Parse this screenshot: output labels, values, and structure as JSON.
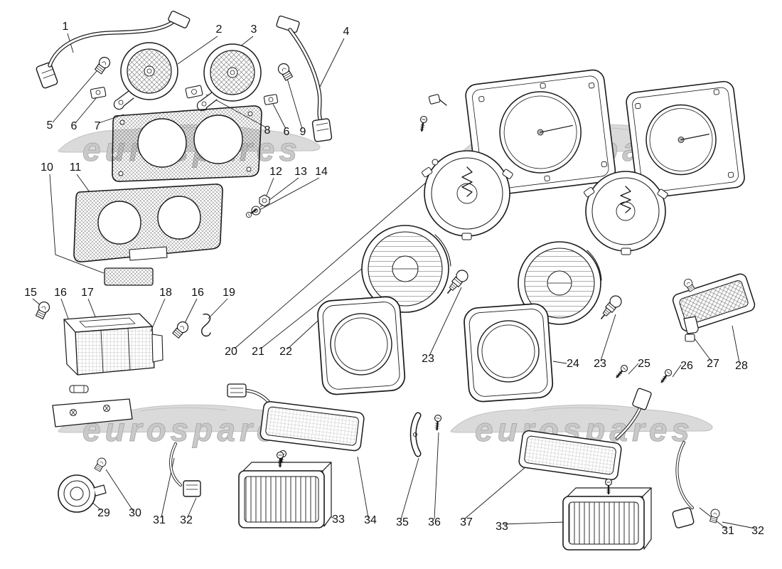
{
  "watermark": {
    "text": "eurospares"
  },
  "colors": {
    "background": "#ffffff",
    "line": "#1a1a1a",
    "watermark_text": "#c9c9c9",
    "watermark_shape": "#dadada"
  },
  "diagram": {
    "description_visible_parts": "exploded lighting parts diagram with numbered callouts",
    "callout_count": 43
  },
  "callouts": [
    "1",
    "2",
    "3",
    "4",
    "5",
    "6",
    "7",
    "8",
    "6",
    "9",
    "10",
    "11",
    "12",
    "13",
    "14",
    "15",
    "16",
    "17",
    "18",
    "16",
    "19",
    "20",
    "21",
    "22",
    "23",
    "24",
    "23",
    "25",
    "26",
    "27",
    "28",
    "29",
    "30",
    "31",
    "32",
    "33",
    "34",
    "35",
    "36",
    "37",
    "33",
    "31",
    "32"
  ]
}
